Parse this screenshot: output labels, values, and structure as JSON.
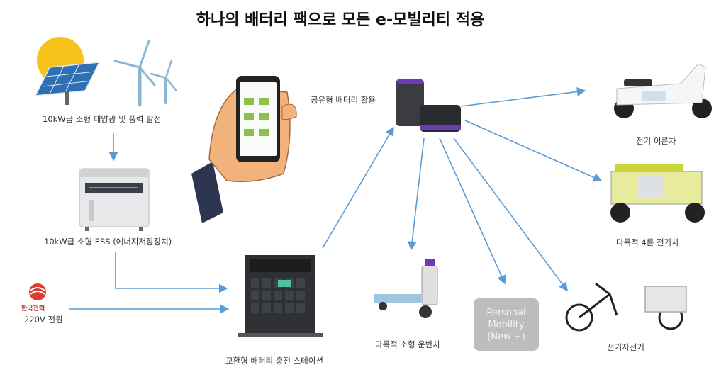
{
  "title": "하나의 배터리 팩으로 모든 e-모빌리티 적용",
  "labels": {
    "solar_wind": "10kW급 소형 태양광 및 풍력 발전",
    "ess": "10kW급 소형 ESS (에너지저장장치)",
    "kepco_logo": "한국전력",
    "grid": "220V 전원",
    "station": "교환형 배터리 충전 스테이션",
    "shared_battery": "공유형 배터리 활용",
    "scooter": "전기 이륜차",
    "utv": "다목적 4륜 전기차",
    "cart": "다목적 소형 운반차",
    "bike": "전기자전거"
  },
  "personal_mobility": {
    "line1": "Personal",
    "line2": "Mobility",
    "line3": "(New +)"
  },
  "colors": {
    "arrow": "#5b9bd5",
    "box": "#bdbdbd"
  }
}
